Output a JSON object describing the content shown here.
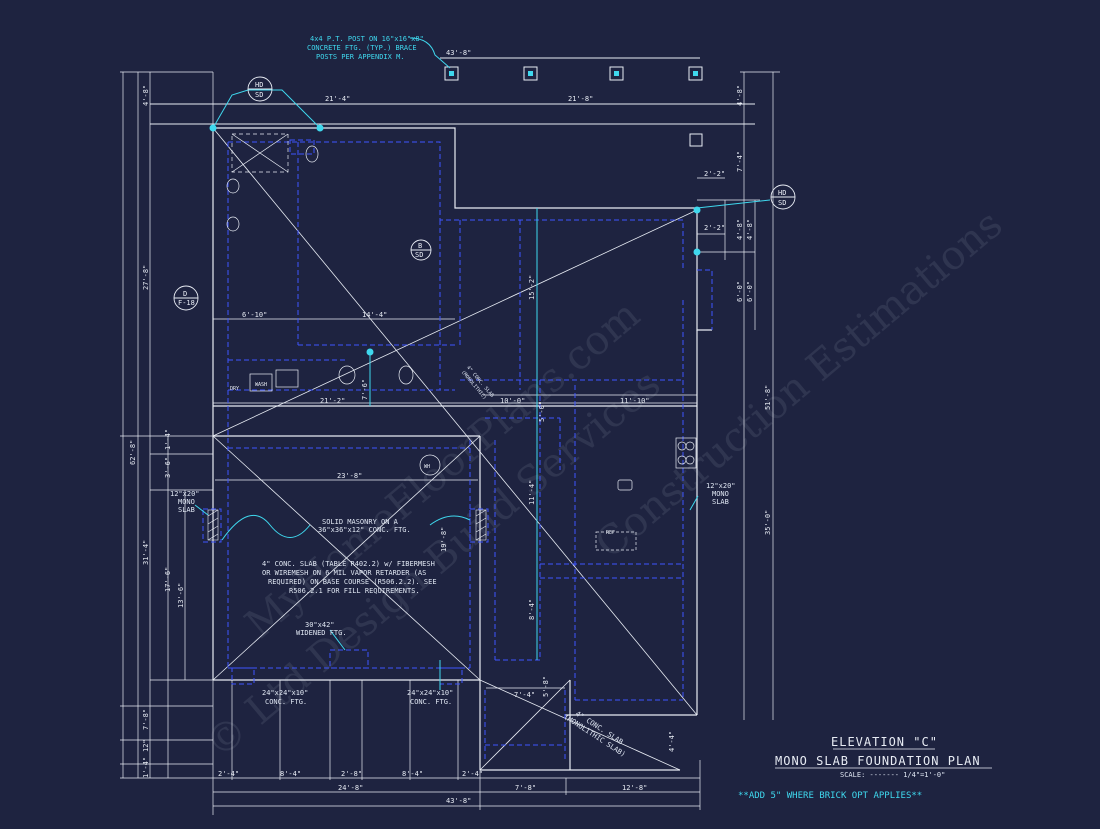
{
  "title_block": {
    "elevation": "ELEVATION \"C\"",
    "plan_name": "MONO SLAB FOUNDATION PLAN",
    "scale": "SCALE: ------- 1/4\"=1'-0\"",
    "brick_note": "**ADD 5\" WHERE BRICK OPT APPLIES**"
  },
  "notes": {
    "post_line1": "4x4 P.T. POST ON 16\"x16\"x8\"",
    "post_line2": "CONCRETE FTG. (TYP.) BRACE",
    "post_line3": "POSTS PER APPENDIX M.",
    "masonry_line1": "SOLID MASONRY ON A",
    "masonry_line2": "36\"x36\"x12\" CONC. FTG.",
    "slab_line1": "4\" CONC. SLAB (TABLE R402.2) w/ FIBERMESH",
    "slab_line2": "OR WIREMESH ON 6 MIL VAPOR RETARDER (AS",
    "slab_line3": "REQUIRED) ON BASE COURSE (R506.2.2). SEE",
    "slab_line4": "R506.2.1 FOR FILL REQUIREMENTS.",
    "widened_line1": "30\"x42\"",
    "widened_line2": "WIDENED FTG.",
    "ftg_left_line1": "24\"x24\"x10\"",
    "ftg_left_line2": "CONC. FTG.",
    "ftg_right_line1": "24\"x24\"x10\"",
    "ftg_right_line2": "CONC. FTG.",
    "mono_left_line1": "12\"x20\"",
    "mono_left_line2": "MONO",
    "mono_left_line3": "SLAB",
    "mono_right_line1": "12\"x20\"",
    "mono_right_line2": "MONO",
    "mono_right_line3": "SLAB",
    "conc_slab_line1": "4\" CONC. SLAB",
    "conc_slab_line2": "(MONOLITHIC SLAB)",
    "diag_slab_line1": "4\" CONC. SLAB",
    "diag_slab_line2": "(MONOLITHIC)",
    "dry": "DRY",
    "wash": "WASH",
    "ref": "REF"
  },
  "tags": {
    "hd_sd_left_top": "HD",
    "hd_sd_left_bot": "SD",
    "hd_sd_right_top": "HD",
    "hd_sd_right_bot": "SD",
    "b_sd_top": "B",
    "b_sd_bot": "SD",
    "d_f18_top": "D",
    "d_f18_bot": "F-18",
    "wh": "WH"
  },
  "dimensions": {
    "top_overall": "43'-8\"",
    "top_left": "21'-4\"",
    "top_right": "21'-8\"",
    "right_2_2_a": "2'-2\"",
    "right_2_2_b": "2'-2\"",
    "right_7_4": "7'-4\"",
    "right_4_8_a": "4'-8\"",
    "right_4_8_b": "4'-8\"",
    "right_6_0_a": "6'-0\"",
    "right_6_0_b": "6'-0\"",
    "right_51_8": "51'-8\"",
    "right_35_0": "35'-0\"",
    "right_4_8_top": "4'-8\"",
    "left_4_8": "4'-8\"",
    "left_27_8": "27'-8\"",
    "left_62_8": "62'-8\"",
    "left_1_4": "1'-4\"",
    "left_3_6": "3'-6\"",
    "left_31_4": "31'-4\"",
    "left_17_6": "17'-6\"",
    "left_13_6": "13'-6\"",
    "left_7_8": "7'-8\"",
    "left_12": "12\"",
    "left_1_4b": "1'-4\"",
    "d_6_10": "6'-10\"",
    "d_14_4": "14'-4\"",
    "d_7_6": "7'-6\"",
    "d_21_2": "21'-2\"",
    "d_10_0": "10'-0\"",
    "d_11_10": "11'-10\"",
    "d_5_0": "5'-0\"",
    "d_15_2": "15'-2\"",
    "d_23_8": "23'-8\"",
    "d_11_4": "11'-4\"",
    "d_19_8": "19'-8\"",
    "d_8_4v": "8'-4\"",
    "d_7_4b": "7'-4\"",
    "d_5_8": "5'-8\"",
    "d_4_4": "4'-4\"",
    "b_2_4a": "2'-4\"",
    "b_8_4a": "8'-4\"",
    "b_2_8": "2'-8\"",
    "b_8_4b": "8'-4\"",
    "b_2_4b": "2'-4\"",
    "b_24_8": "24'-8\"",
    "b_7_8": "7'-8\"",
    "b_12_8": "12'-8\"",
    "b_43_8": "43'-8\""
  },
  "watermarks": {
    "wm1": "MyHomeFloorPlans.com",
    "wm2": "© Ltd Design Build Services",
    "wm3": "Construction Estimations"
  },
  "colors": {
    "background": "#1e2340",
    "linework": "#e8ecf4",
    "dashed_footing": "#3d55ff",
    "annotation": "#3fd8ee"
  }
}
